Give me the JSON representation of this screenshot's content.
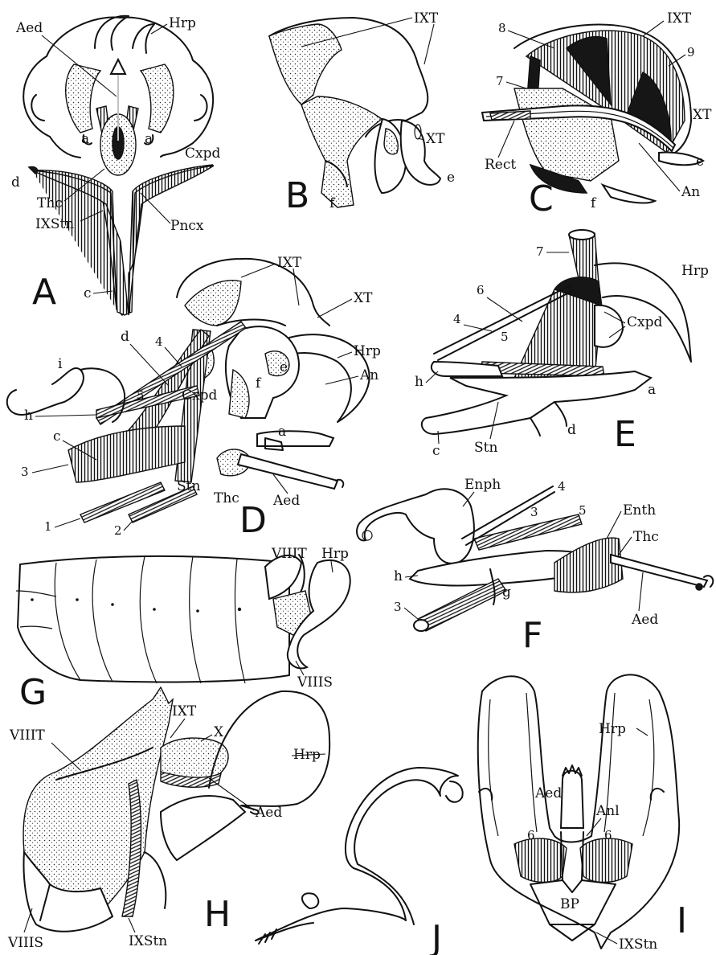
{
  "figures": {
    "A": {
      "letter": "A",
      "labels": {
        "aed": "Aed",
        "hrp": "Hrp",
        "a1": "a",
        "a2": "a",
        "cxpd": "Cxpd",
        "d": "d",
        "thc": "Thc",
        "ixstn": "IXStn",
        "pncx": "Pncx",
        "c": "c"
      }
    },
    "B": {
      "letter": "B",
      "labels": {
        "ixt": "IXT",
        "xt": "XT",
        "e": "e",
        "f": "f"
      }
    },
    "C": {
      "letter": "C",
      "labels": {
        "n8": "8",
        "ixt": "IXT",
        "n9": "9",
        "n7": "7",
        "xt": "XT",
        "rect": "Rect",
        "e": "e",
        "an": "An",
        "f": "f"
      }
    },
    "D": {
      "letter": "D",
      "labels": {
        "ixt": "IXT",
        "xt": "XT",
        "hrp": "Hrp",
        "an": "An",
        "e": "e",
        "f": "f",
        "i": "i",
        "d": "d",
        "n4": "4",
        "n5": "5",
        "h": "h",
        "cxpd": "Cxpd",
        "c": "c",
        "a": "a",
        "n3": "3",
        "stn": "Stn",
        "thc": "Thc",
        "aed": "Aed",
        "n1": "1",
        "n2": "2"
      }
    },
    "E": {
      "letter": "E",
      "labels": {
        "n7": "7",
        "hrp": "Hrp",
        "n6": "6",
        "n4": "4",
        "n5": "5",
        "cxpd": "Cxpd",
        "h": "h",
        "a": "a",
        "d": "d",
        "c": "c",
        "stn": "Stn"
      }
    },
    "F": {
      "letter": "F",
      "labels": {
        "enph": "Enph",
        "n4": "4",
        "n3": "3",
        "n5": "5",
        "enth": "Enth",
        "thc": "Thc",
        "h": "h",
        "g": "g",
        "n3b": "3",
        "aed": "Aed"
      }
    },
    "G": {
      "letter": "G",
      "labels": {
        "viiit": "VIIIT",
        "hrp": "Hrp",
        "viiis": "VIIIS"
      }
    },
    "H": {
      "letter": "H",
      "labels": {
        "viiit": "VIIIT",
        "ixt": "IXT",
        "x": "X",
        "hrp": "Hrp",
        "aed": "Aed",
        "viiis": "VIIIS",
        "ixstn": "IXStn"
      }
    },
    "I": {
      "letter": "I",
      "labels": {
        "hrp": "Hrp",
        "aed": "Aed",
        "anl": "Anl",
        "n6a": "6",
        "n6b": "6",
        "bp": "BP",
        "ixstn": "IXStn"
      }
    },
    "J": {
      "letter": "J"
    }
  },
  "palette": {
    "ink": "#111111",
    "paper": "#ffffff"
  }
}
